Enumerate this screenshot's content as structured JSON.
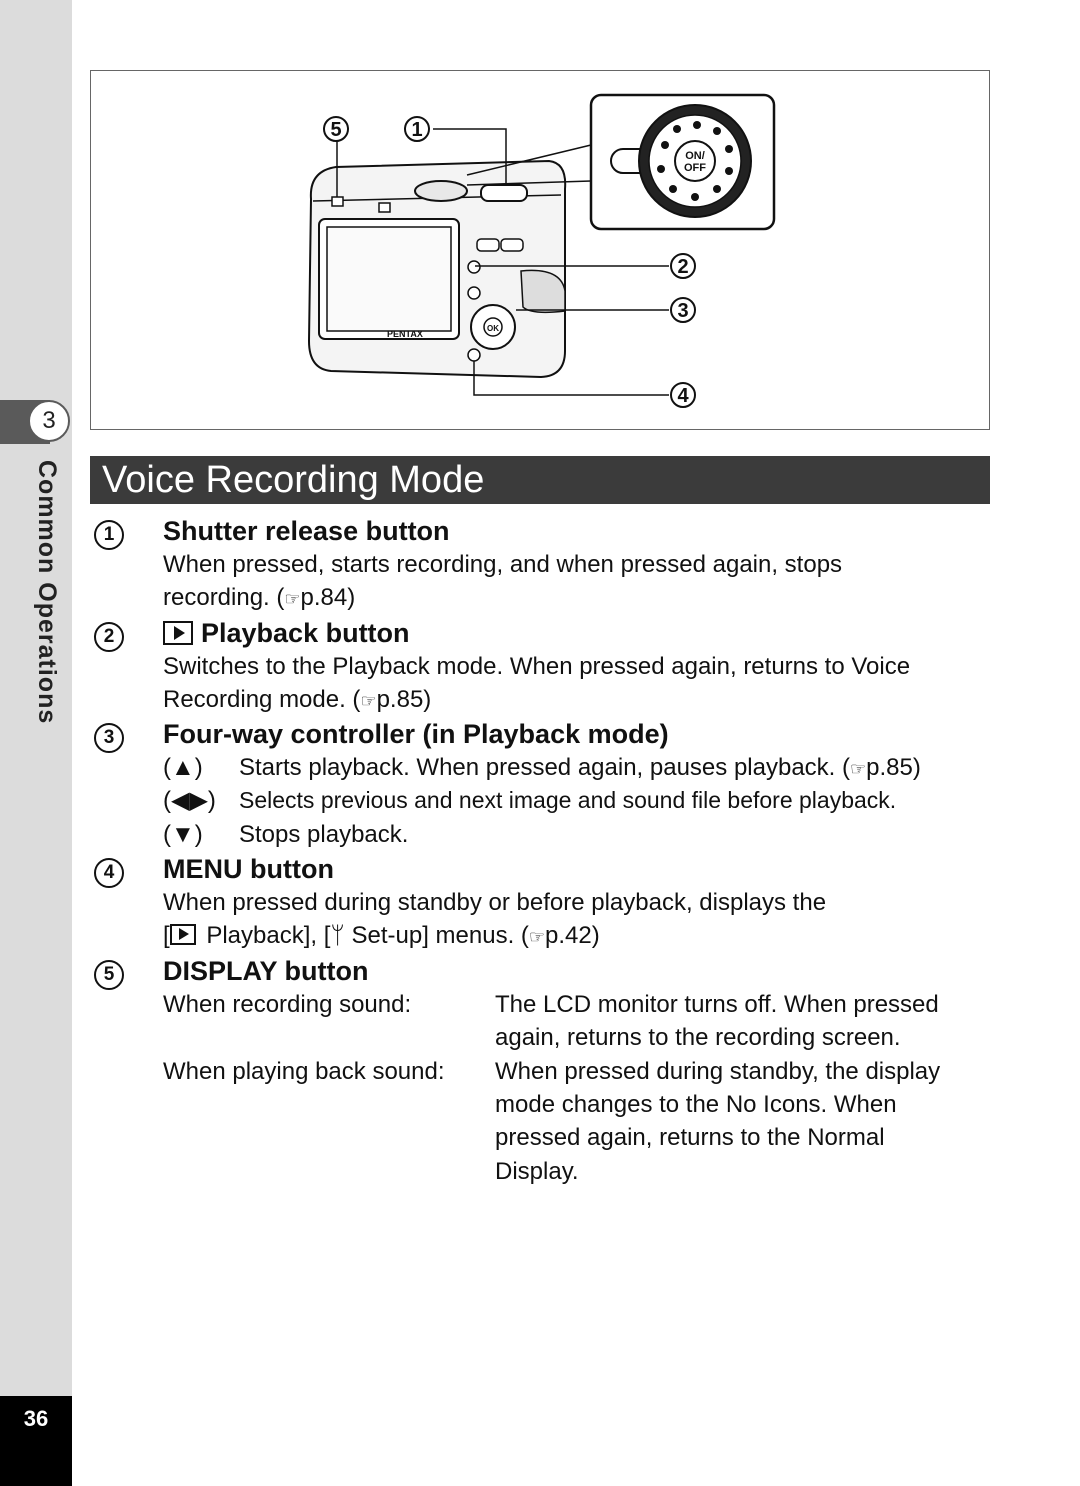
{
  "sidebar": {
    "chapter_number": "3",
    "chapter_title": "Common Operations",
    "page_number": "36"
  },
  "figure": {
    "callouts": [
      "⑤",
      "①",
      "②",
      "③",
      "④"
    ],
    "brand": "PENTAX",
    "dial_on": "ON/",
    "dial_off": "OFF"
  },
  "section": {
    "title": "Voice Recording Mode"
  },
  "items": [
    {
      "num": "1",
      "title": "Shutter release button",
      "lines": [
        "When pressed, starts recording, and when pressed again, stops",
        "recording. (",
        "p.84)"
      ]
    },
    {
      "num": "2",
      "title": "Playback button",
      "lines": [
        "Switches to the Playback mode. When pressed again, returns to Voice",
        "Recording mode. (",
        "p.85)"
      ]
    },
    {
      "num": "3",
      "title": "Four-way controller (in Playback mode)",
      "rows": [
        {
          "key": "(▲)",
          "text": "Starts playback. When pressed again, pauses playback. (",
          "ref": "p.85)"
        },
        {
          "key": "(◀▶)",
          "text": "Selects previous and next image and sound file before playback."
        },
        {
          "key": "(▼)",
          "text": "Stops playback."
        }
      ]
    },
    {
      "num": "4",
      "title": "MENU button",
      "lines": [
        "When pressed during standby or before playback, displays the",
        "[",
        " Playback], [",
        " Set-up] menus. (",
        "p.42)"
      ]
    },
    {
      "num": "5",
      "title": "DISPLAY button",
      "rows": [
        {
          "label": "When recording sound:",
          "text": [
            "The LCD monitor turns off. When pressed",
            "again, returns to the recording screen."
          ]
        },
        {
          "label": "When playing back sound:",
          "text": [
            "When pressed during standby, the display",
            "mode changes to the No Icons. When",
            "pressed again, returns to the Normal",
            "Display."
          ]
        }
      ]
    }
  ],
  "icons": {
    "ref": "☞",
    "setup": "ᛘ"
  }
}
